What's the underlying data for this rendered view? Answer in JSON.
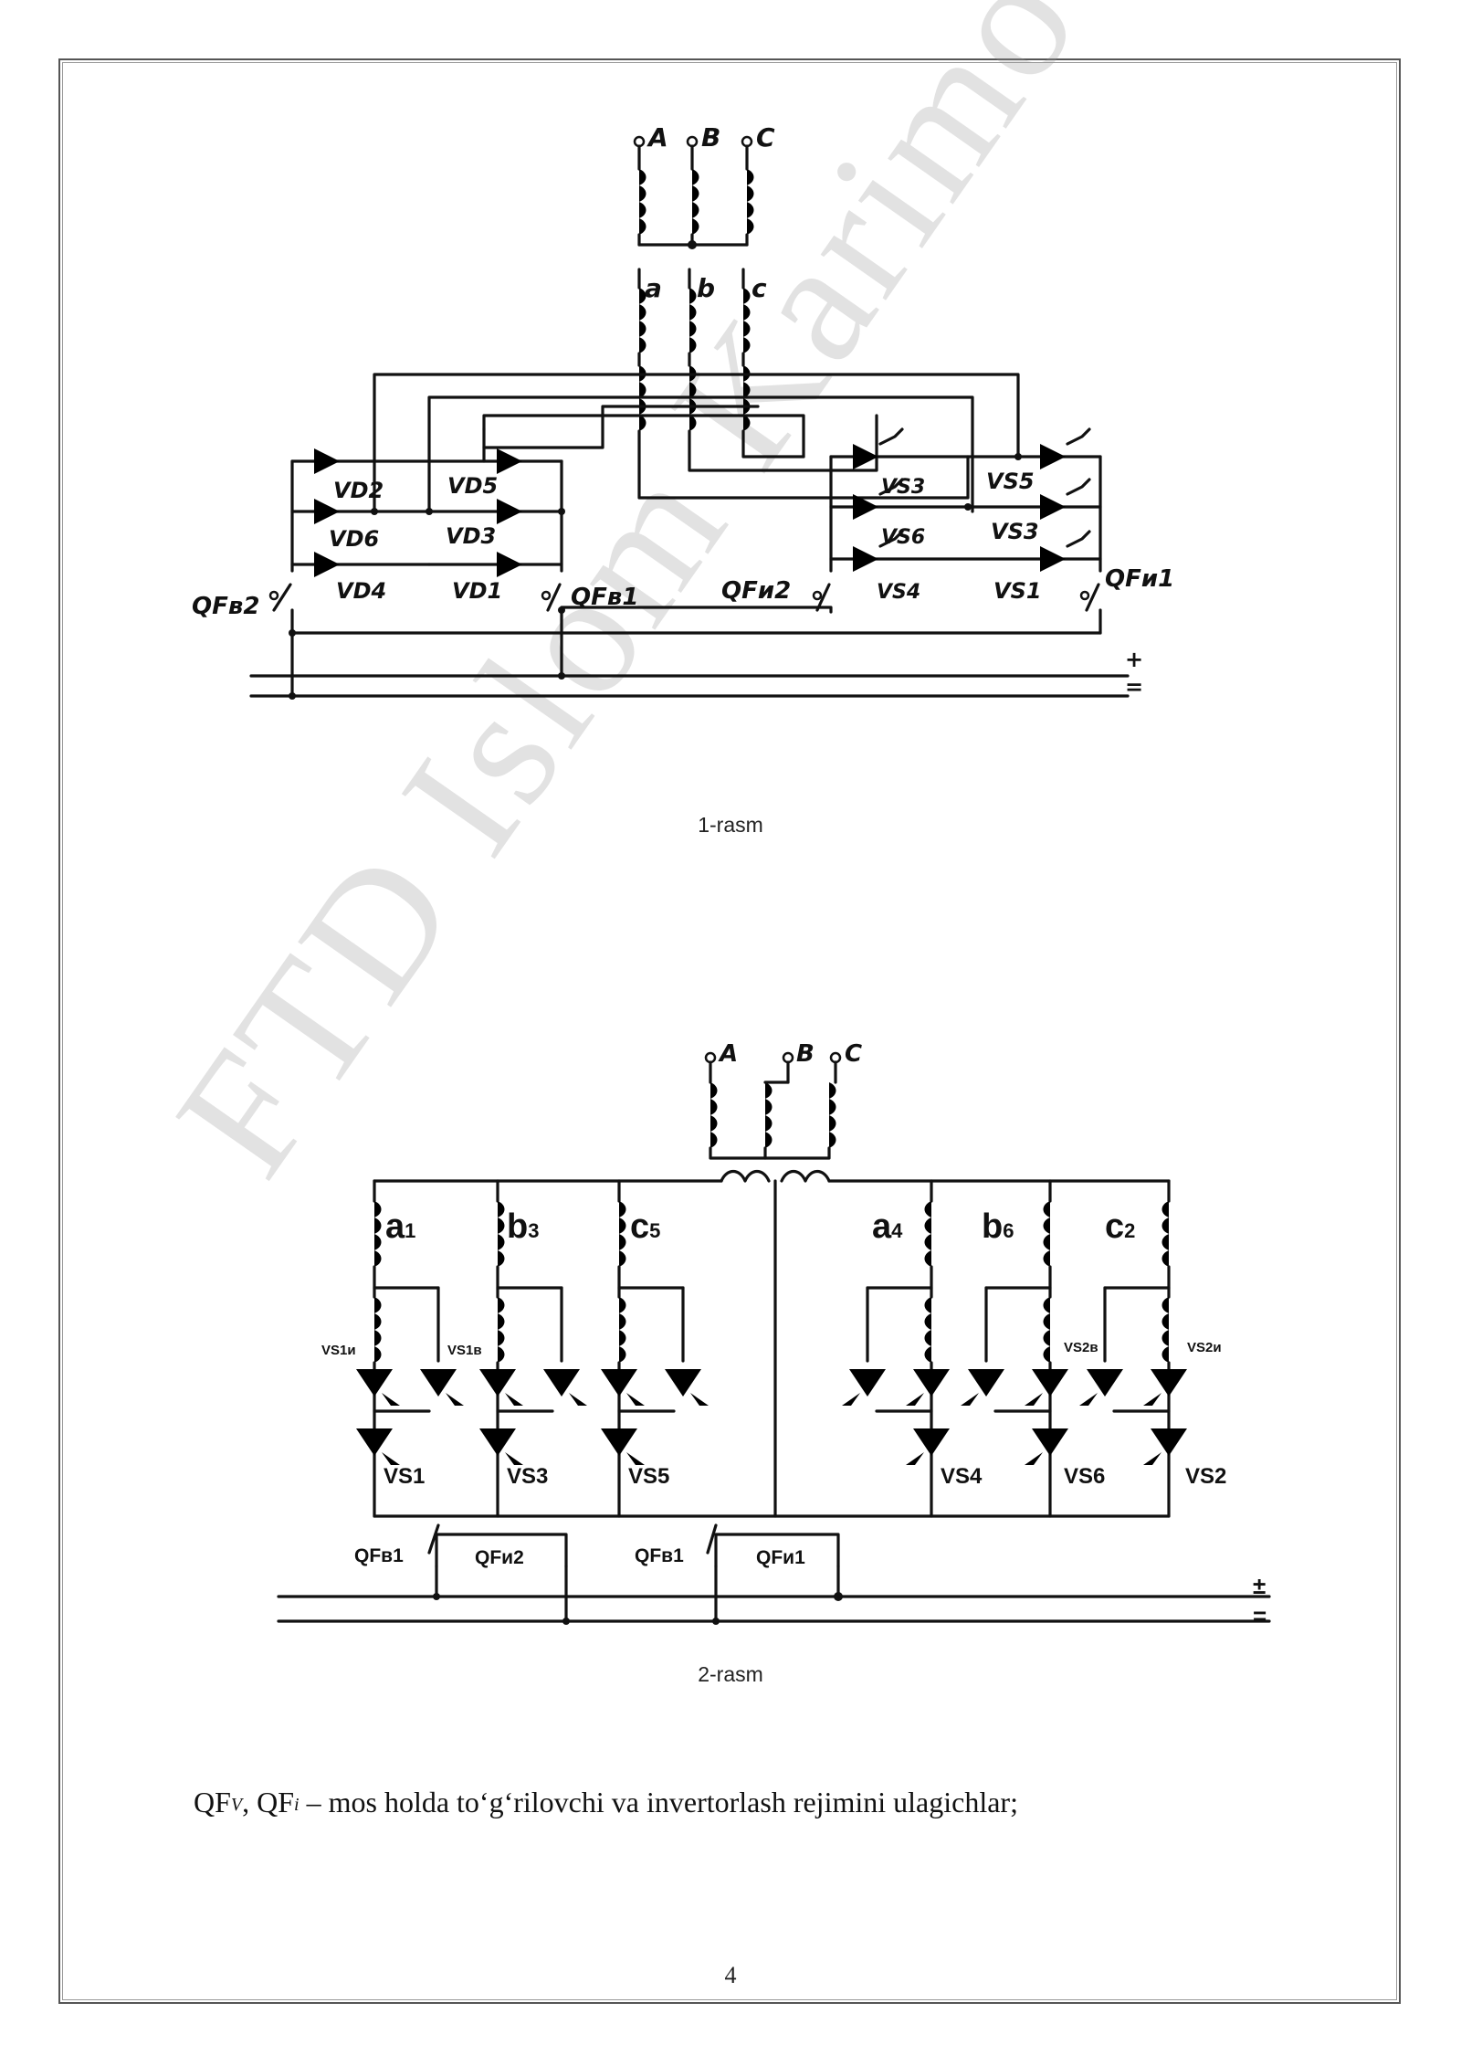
{
  "watermark": "FTD Islom Karimov",
  "figure1": {
    "caption": "1-rasm",
    "phases_upper": [
      "A",
      "B",
      "C"
    ],
    "phases_lower": [
      "a",
      "b",
      "c"
    ],
    "diodes": [
      "VD2",
      "VD6",
      "VD4",
      "VD5",
      "VD3",
      "VD1"
    ],
    "thyristors": [
      "VS3",
      "VS6",
      "VS4",
      "VS5",
      "VS3",
      "VS1"
    ],
    "switches": [
      "QFв2",
      "QFв1",
      "QFи2",
      "QFи1"
    ],
    "bus_marks": [
      "+",
      "="
    ]
  },
  "figure2": {
    "caption": "2-rasm",
    "phases": [
      "A",
      "B",
      "C"
    ],
    "windings": [
      {
        "name": "a",
        "index": "1"
      },
      {
        "name": "b",
        "index": "3"
      },
      {
        "name": "c",
        "index": "5"
      },
      {
        "name": "a",
        "index": "4"
      },
      {
        "name": "b",
        "index": "6"
      },
      {
        "name": "c",
        "index": "2"
      }
    ],
    "upper_thyristors": [
      "VS1и",
      "VS1в",
      "VS2в",
      "VS2и"
    ],
    "lower_thyristors": [
      "VS1",
      "VS3",
      "VS5",
      "VS4",
      "VS6",
      "VS2"
    ],
    "switches": [
      "QFв1",
      "QFи2",
      "QFв1",
      "QFи1"
    ],
    "bus_marks": [
      "±",
      "="
    ]
  },
  "legend": {
    "qf1": "QF",
    "sub1": "V",
    "sep": ", ",
    "qf2": "QF",
    "sub2": "i",
    "text": " – mos holda to‘g‘rilovchi va invertorlash rejimini ulagichlar;"
  },
  "page_number": "4"
}
